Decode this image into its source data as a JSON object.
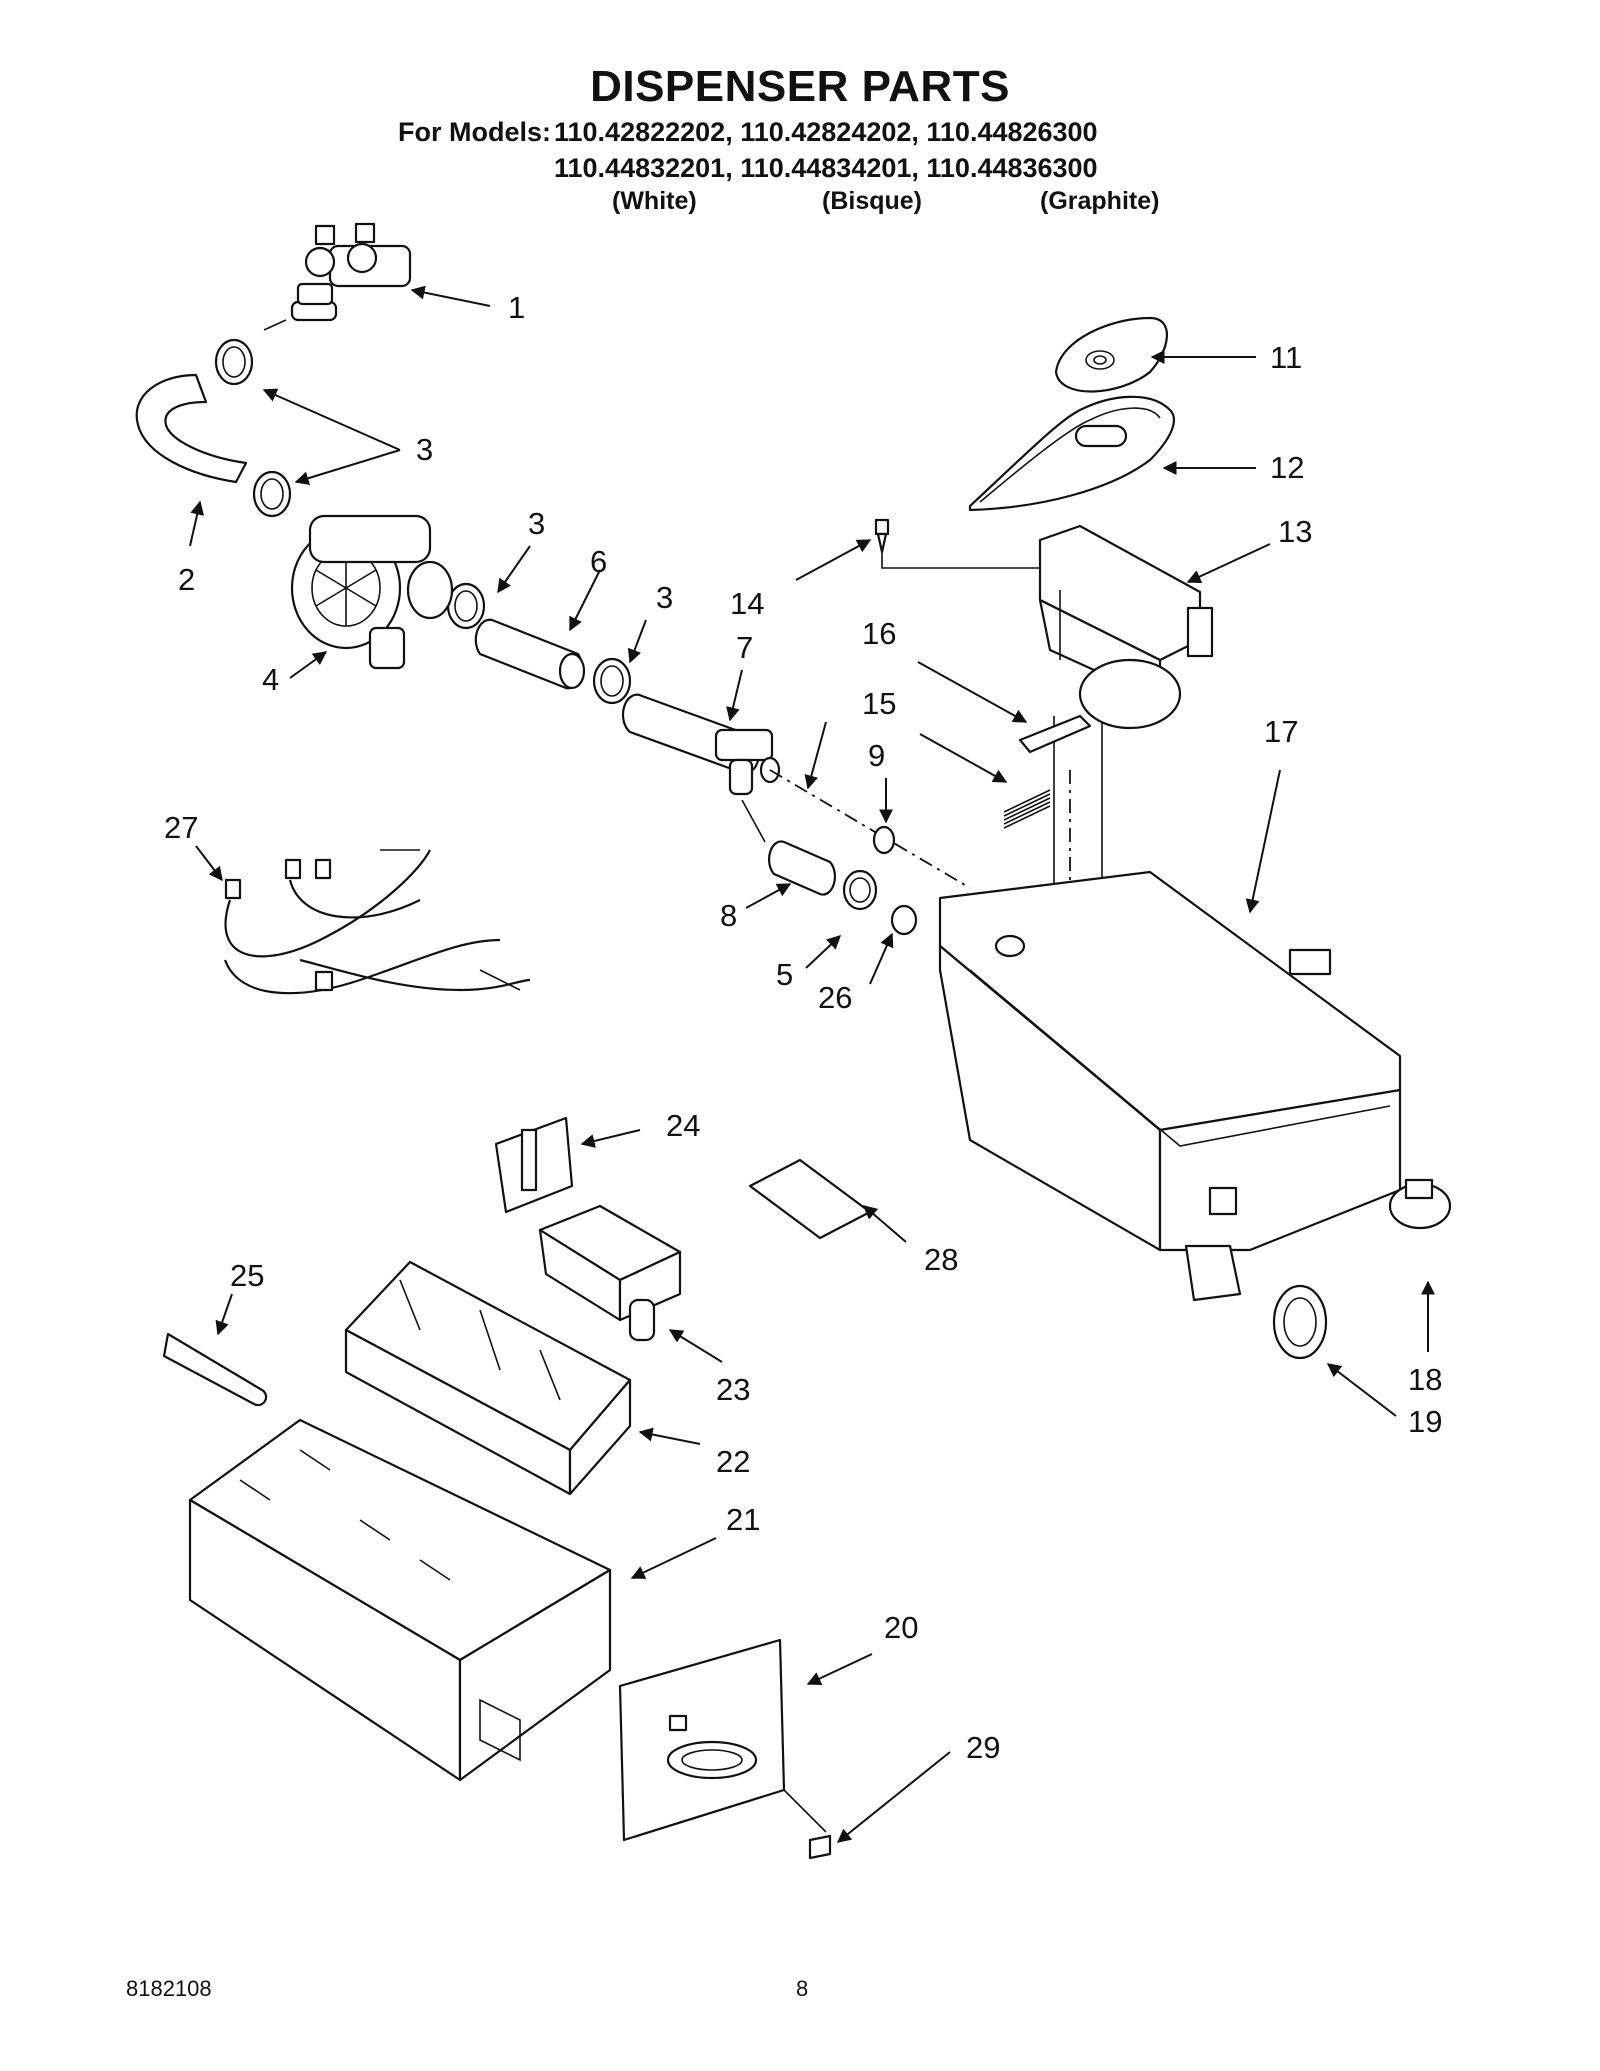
{
  "title": "DISPENSER PARTS",
  "models_label": "For Models:",
  "models_row1": "110.42822202, 110.42824202, 110.44826300",
  "models_row2": "110.44832201, 110.44834201, 110.44836300",
  "colors": [
    "(White)",
    "(Bisque)",
    "(Graphite)"
  ],
  "footer": {
    "doc_number": "8182108",
    "page_number": "8"
  },
  "callouts": [
    "1",
    "2",
    "3",
    "3",
    "3",
    "4",
    "5",
    "6",
    "7",
    "8",
    "9",
    "11",
    "12",
    "13",
    "14",
    "15",
    "16",
    "17",
    "18",
    "19",
    "20",
    "21",
    "22",
    "23",
    "24",
    "25",
    "26",
    "27",
    "28",
    "29"
  ]
}
